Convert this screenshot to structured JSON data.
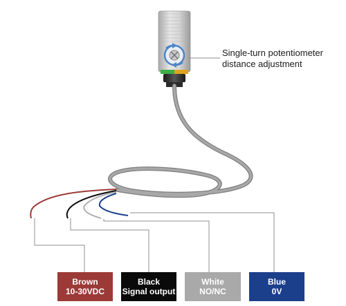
{
  "callout": {
    "line1": "Single-turn potentiometer",
    "line2": "distance adjustment"
  },
  "wires": [
    {
      "color_name": "Brown",
      "function": "10-30VDC",
      "color": "#9b3a37"
    },
    {
      "color_name": "Black",
      "function": "Signal output",
      "color": "#0a0a0a"
    },
    {
      "color_name": "White",
      "function": "NO/NC",
      "color": "#a9a9a9"
    },
    {
      "color_name": "Blue",
      "function": "0V",
      "color": "#1c3f8c"
    }
  ],
  "colors": {
    "sensor_body": "#d0d0d0",
    "cable": "#9c9c9c",
    "leader_lines": "#8f8f8f",
    "potentiometer_ring": "#4a86c8",
    "led_green": "#3fae49",
    "led_amber": "#e0a41c"
  }
}
